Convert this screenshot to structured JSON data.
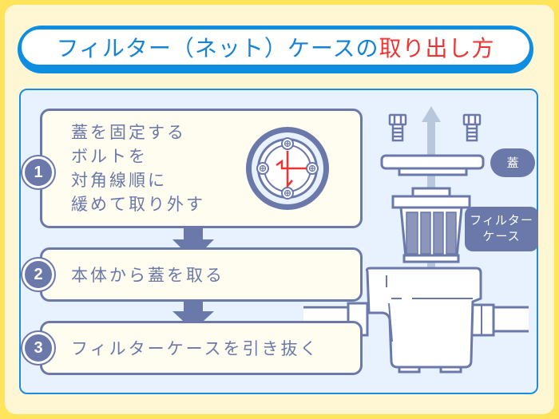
{
  "title": {
    "part_blue": "フィルター（ネット）ケースの",
    "part_red": "取り出し方"
  },
  "steps": [
    {
      "number": "1",
      "lines": [
        "蓋を固定する",
        "ボルトを",
        "対角線順に",
        "緩めて取り外す"
      ]
    },
    {
      "number": "2",
      "text": "本体から蓋を取る"
    },
    {
      "number": "3",
      "text": "フィルターケースを引き抜く"
    }
  ],
  "labels": {
    "lid": "蓋",
    "filter_case_line1": "フィルター",
    "filter_case_line2": "ケース"
  },
  "colors": {
    "outer_border": "#ffe45c",
    "background": "#fff7d4",
    "title_blue": "#1584d6",
    "title_red": "#ee3333",
    "panel_bg": "#e8f2ff",
    "panel_border": "#1a8ce0",
    "step_bg": "#fffdf0",
    "accent_slate": "#6a78aa",
    "arrow_light": "#b8c8dc",
    "diagonal_marker": "#ee3333"
  }
}
